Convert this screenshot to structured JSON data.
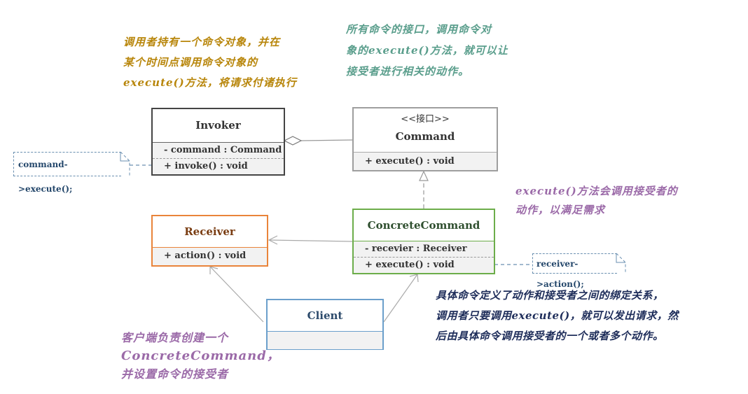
{
  "colors": {
    "invoker": "#444444",
    "command": "#9e9e9e",
    "receiver": "#e9843a",
    "concrete": "#6cad4a",
    "client": "#6b9fcb",
    "note_border": "#6a8fb0",
    "ann_orange": "#b8860b",
    "ann_teal": "#5a9e8c",
    "ann_purple": "#9b6aa8",
    "ann_navy": "#1e2d5a"
  },
  "classes": {
    "invoker": {
      "name": "Invoker",
      "attribute": "- command : Command",
      "method": "+ invoke() : void"
    },
    "command": {
      "stereotype": "<<接口>>",
      "name": "Command",
      "method": "+ execute() : void"
    },
    "receiver": {
      "name": "Receiver",
      "method": "+ action() : void"
    },
    "concrete": {
      "name": "ConcreteCommand",
      "attribute": "- recevier : Receiver",
      "method": "+ execute() : void"
    },
    "client": {
      "name": "Client"
    }
  },
  "notes": {
    "invoker_note": "command->execute();",
    "concrete_note": "receiver->action();"
  },
  "annotations": {
    "invoker": [
      "调用者持有一个命令对象，并在",
      "某个时间点调用命令对象的",
      "execute()方法，将请求付诸执行"
    ],
    "command": [
      "所有命令的接口，调用命令对",
      "象的execute()方法，就可以让",
      "接受者进行相关的动作。"
    ],
    "execute": [
      "execute()方法会调用接受者的",
      "动作，以满足需求"
    ],
    "concrete": [
      "具体命令定义了动作和接受者之间的绑定关系，",
      "调用者只要调用execute()，就可以发出请求，然",
      "后由具体命令调用接受者的一个或者多个动作。"
    ],
    "client": [
      "客户端负责创建一个",
      "ConcreteCommand，",
      "并设置命令的接受者"
    ]
  }
}
